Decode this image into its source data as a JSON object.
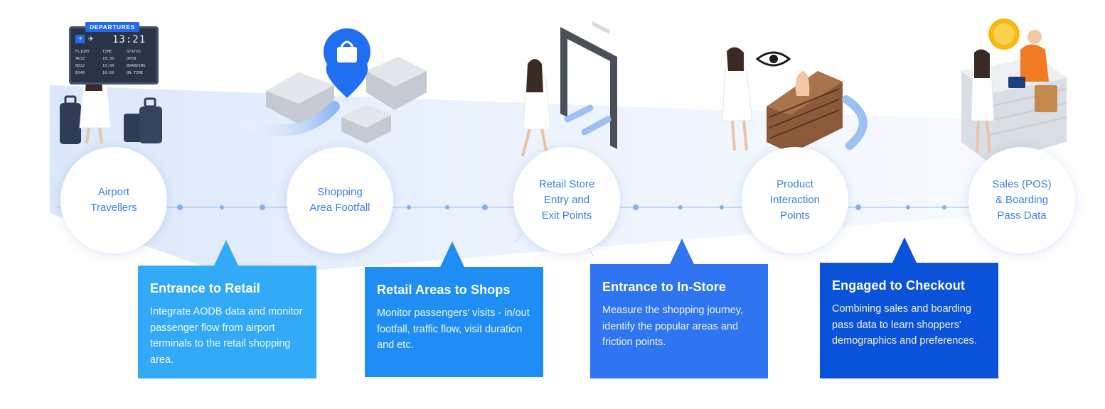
{
  "departures_board": {
    "header": "DEPARTURES",
    "time": "13:21",
    "columns": [
      "FLIGHT",
      "TIME",
      "STATUS"
    ],
    "rows": [
      [
        "AK32",
        "10:30",
        "OPEN"
      ],
      [
        "BD22",
        "13:00",
        "BOARDING"
      ],
      [
        "EK40",
        "10:00",
        "ON TIME"
      ]
    ]
  },
  "stages": [
    {
      "label": "Airport\nTravellers"
    },
    {
      "label": "Shopping\nArea Footfall"
    },
    {
      "label": "Retail Store\nEntry and\nExit Points"
    },
    {
      "label": "Product\nInteraction\nPoints"
    },
    {
      "label": "Sales (POS)\n& Boarding\nPass Data"
    }
  ],
  "boxes": [
    {
      "title": "Entrance to Retail",
      "text": "Integrate AODB data and monitor passenger flow from airport terminals to the retail shopping area.",
      "color": "#33aaf7"
    },
    {
      "title": "Retail Areas  to Shops",
      "text": "Monitor passengers' visits - in/out footfall, traffic flow, visit duration and etc.",
      "color": "#1f8ef4"
    },
    {
      "title": "Entrance to In-Store",
      "text": "Measure the shopping journey, identify the popular areas and friction points.",
      "color": "#2f74f0"
    },
    {
      "title": "Engaged to Checkout",
      "text": "Combining sales and boarding pass data to learn shoppers' demographics and preferences.",
      "color": "#0b52db"
    }
  ],
  "colors": {
    "accent": "#3d7fe6",
    "timeline": "#9cc0f2",
    "band": "#e6effb"
  }
}
